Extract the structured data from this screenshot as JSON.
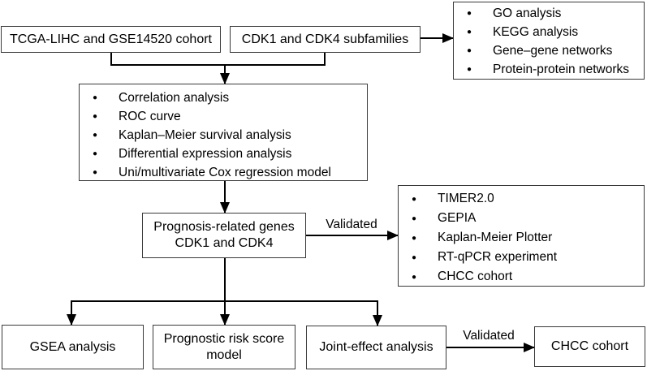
{
  "diagram": {
    "bullet_glyph": "●",
    "colors": {
      "line": "#000000",
      "box_border": "#3a3a3a",
      "background": "#ffffff",
      "text": "#000000"
    },
    "boxes": {
      "cohort": {
        "label": "TCGA-LIHC and GSE14520 cohort"
      },
      "subfamilies": {
        "label": "CDK1 and CDK4 subfamilies"
      },
      "enrichment": {
        "items": [
          "GO analysis",
          "KEGG analysis",
          "Gene–gene networks",
          "Protein-protein networks"
        ]
      },
      "analyses": {
        "items": [
          "Correlation analysis",
          "ROC curve",
          "Kaplan–Meier survival analysis",
          "Differential expression analysis",
          "Uni/multivariate Cox regression model"
        ]
      },
      "prognosis": {
        "line1": "Prognosis-related genes",
        "line2": "CDK1 and CDK4"
      },
      "validation_tools": {
        "items": [
          "TIMER2.0",
          "GEPIA",
          "Kaplan-Meier Plotter",
          "RT-qPCR experiment",
          "CHCC cohort"
        ]
      },
      "gsea": {
        "label": "GSEA analysis"
      },
      "risk_model": {
        "line1": "Prognostic risk score",
        "line2": "model"
      },
      "joint_effect": {
        "label": "Joint-effect analysis"
      },
      "chcc_validation": {
        "label": "CHCC cohort"
      }
    },
    "edge_labels": {
      "validated_top": "Validated",
      "validated_bottom": "Validated"
    }
  }
}
